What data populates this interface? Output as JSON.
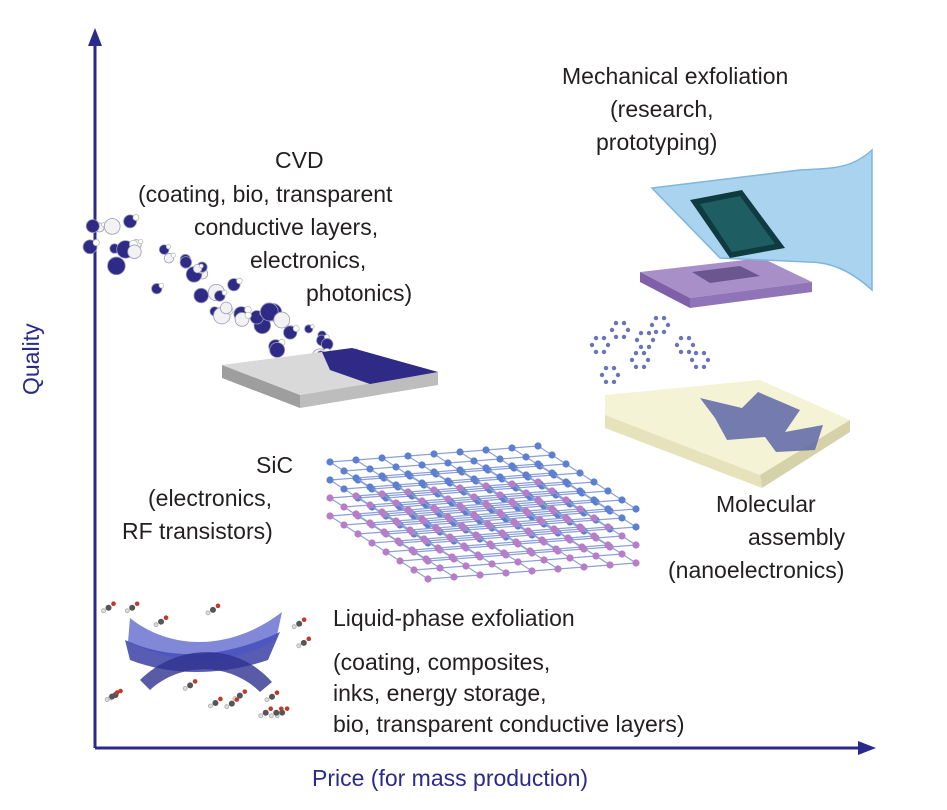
{
  "axes": {
    "x_label": "Price (for mass production)",
    "y_label": "Quality",
    "color": "#2a2a8c"
  },
  "methods": {
    "mechanical": {
      "title": "Mechanical exfoliation",
      "uses": [
        "(research,",
        "prototyping)"
      ]
    },
    "cvd": {
      "title": "CVD",
      "uses": [
        "(coating, bio, transparent",
        "conductive layers,",
        "electronics,",
        "photonics)"
      ]
    },
    "sic": {
      "title": "SiC",
      "uses": [
        "(electronics,",
        "RF transistors)"
      ]
    },
    "molecular": {
      "title": "Molecular",
      "uses": [
        "assembly",
        "(nanoelectronics)"
      ]
    },
    "liquid": {
      "title": "Liquid-phase exfoliation",
      "uses": [
        "(coating, composites,",
        "inks, energy storage,",
        "bio, transparent conductive layers)"
      ]
    }
  },
  "icons": [
    "cvd-molecules-icon",
    "cvd-substrate-icon",
    "sic-lattice-icon",
    "exfoliation-tape-icon",
    "molecular-ribbon-icon",
    "liquid-phase-flakes-icon"
  ]
}
